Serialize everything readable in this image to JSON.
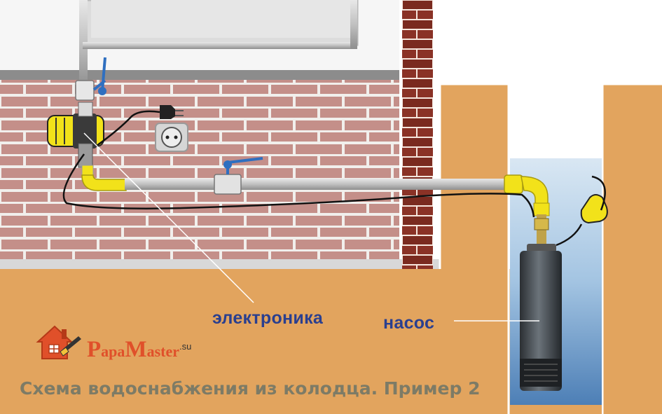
{
  "labels": {
    "electronics": "электроника",
    "pump": "насос"
  },
  "logo": {
    "p1": "P",
    "p2": "apa",
    "m1": "M",
    "m2": "aster",
    "domain": ".su"
  },
  "caption": "Схема водоснабжения из колодца. Пример 2",
  "colors": {
    "ground": "#e2a45e",
    "brick": "#c48f89",
    "mortar": "#f1efec",
    "well_wall": "#7a2a1f",
    "water": "#a9c8e6",
    "pipe": "#c9c9c9",
    "fitting": "#f2e21a",
    "text_blue": "#2a3f8f",
    "caption_text": "#7d7b66",
    "logo_orange": "#e0502a"
  }
}
